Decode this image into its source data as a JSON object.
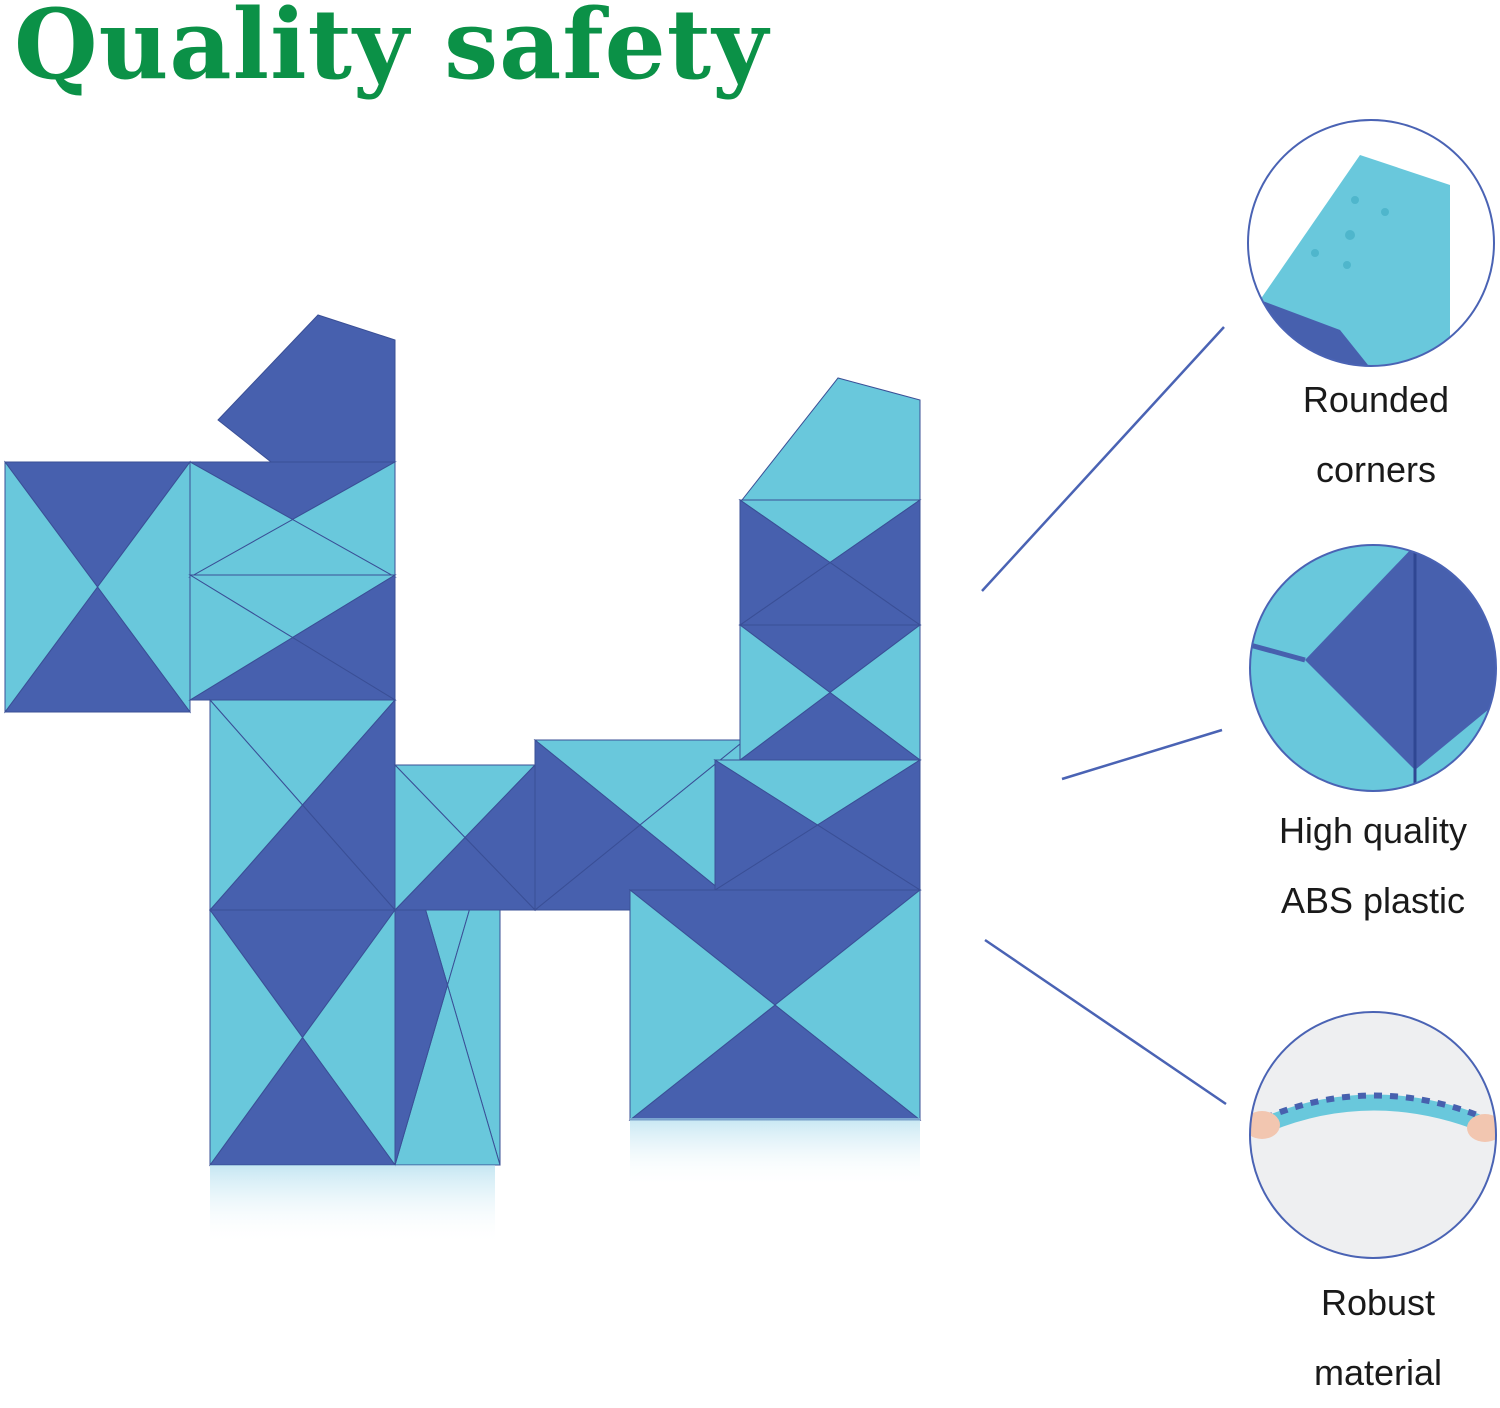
{
  "title": "Quality safety",
  "colors": {
    "title": "#0b9147",
    "light": "#69c8dc",
    "dark": "#4760ae",
    "line": "#4a63b4"
  },
  "features": [
    {
      "line1": "Rounded",
      "line2": "corners",
      "icon": "rounded-corner-closeup"
    },
    {
      "line1": "High quality",
      "line2": "ABS plastic",
      "icon": "plastic-closeup"
    },
    {
      "line1": "Robust",
      "line2": "material",
      "icon": "bending-snake-closeup"
    }
  ]
}
